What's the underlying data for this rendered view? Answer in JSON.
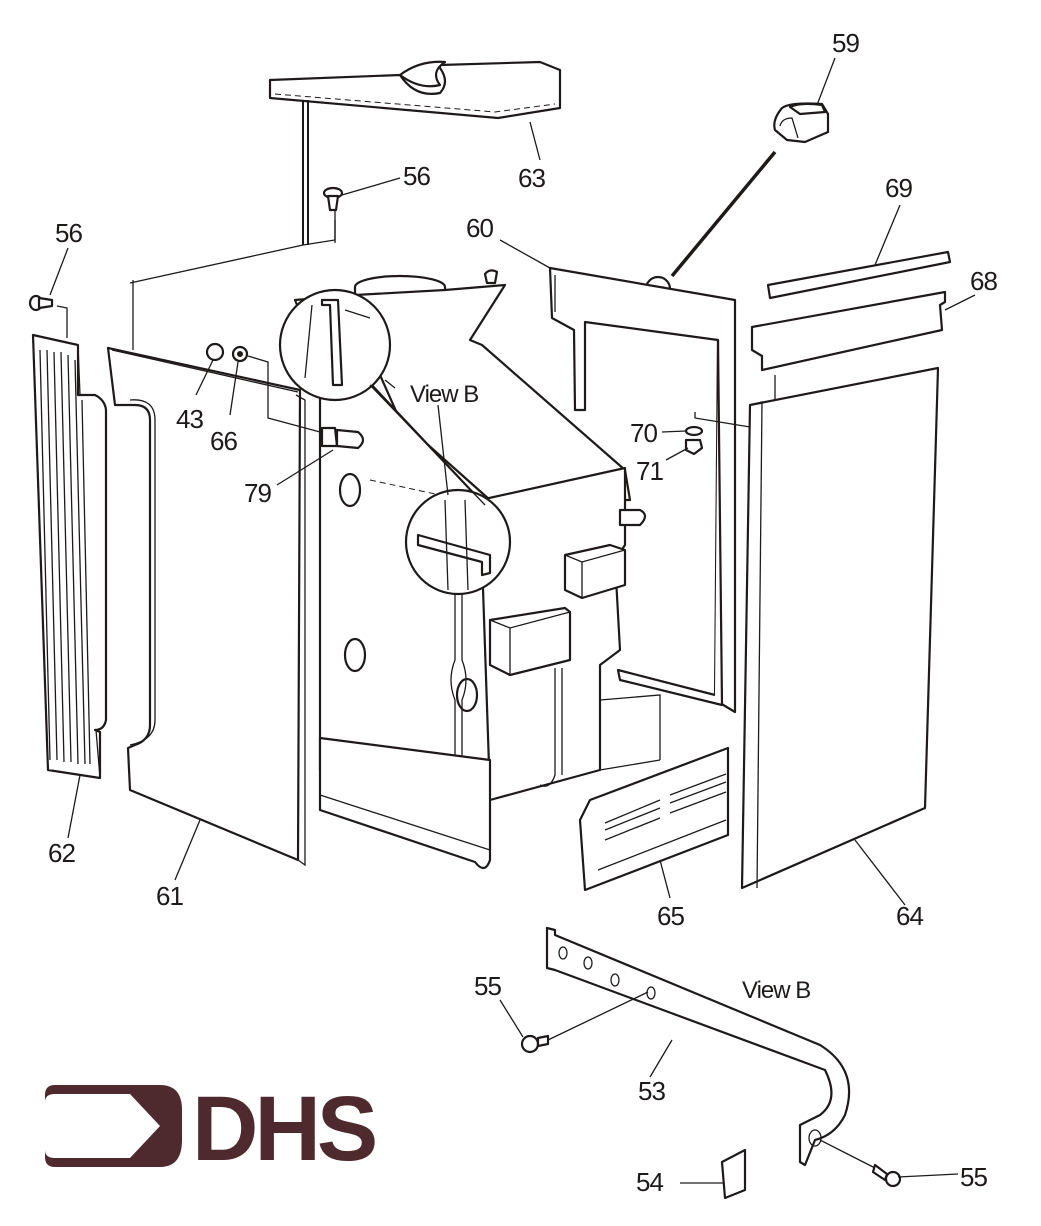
{
  "title": "Boiler casing exploded parts diagram",
  "logo": {
    "text": "DHS",
    "color": "#4e2a2e"
  },
  "view_labels": {
    "view_b_main": "View B",
    "view_b_detail": "View B"
  },
  "callouts": [
    {
      "id": "59",
      "part": "clip"
    },
    {
      "id": "63",
      "part": "top-panel"
    },
    {
      "id": "56",
      "part": "stud-top"
    },
    {
      "id": "56",
      "part": "stud-left"
    },
    {
      "id": "60",
      "part": "rear-panel"
    },
    {
      "id": "69",
      "part": "trim-strip"
    },
    {
      "id": "68",
      "part": "top-channel"
    },
    {
      "id": "43",
      "part": "nut"
    },
    {
      "id": "66",
      "part": "washer"
    },
    {
      "id": "79",
      "part": "stud-bolt"
    },
    {
      "id": "70",
      "part": "washer-right"
    },
    {
      "id": "71",
      "part": "nut-right"
    },
    {
      "id": "62",
      "part": "grille-panel"
    },
    {
      "id": "61",
      "part": "left-side-panel"
    },
    {
      "id": "65",
      "part": "lower-louvre-panel"
    },
    {
      "id": "64",
      "part": "right-side-panel"
    },
    {
      "id": "55",
      "part": "screw-left"
    },
    {
      "id": "53",
      "part": "bracket"
    },
    {
      "id": "54",
      "part": "spire-clip"
    },
    {
      "id": "55",
      "part": "screw-right"
    }
  ]
}
